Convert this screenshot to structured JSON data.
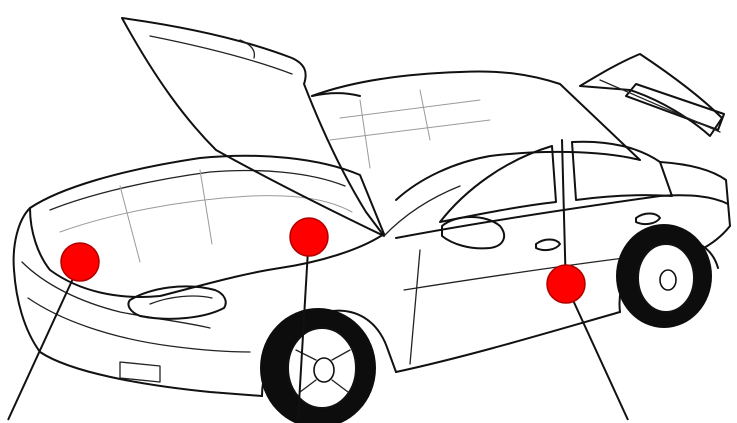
{
  "colors": {
    "marker": "#ff0000",
    "line_art": "#111111",
    "background": "#ffffff"
  },
  "markers": [
    {
      "name": "front-bumper-point"
    },
    {
      "name": "engine-bay-point"
    },
    {
      "name": "rear-door-point"
    }
  ]
}
